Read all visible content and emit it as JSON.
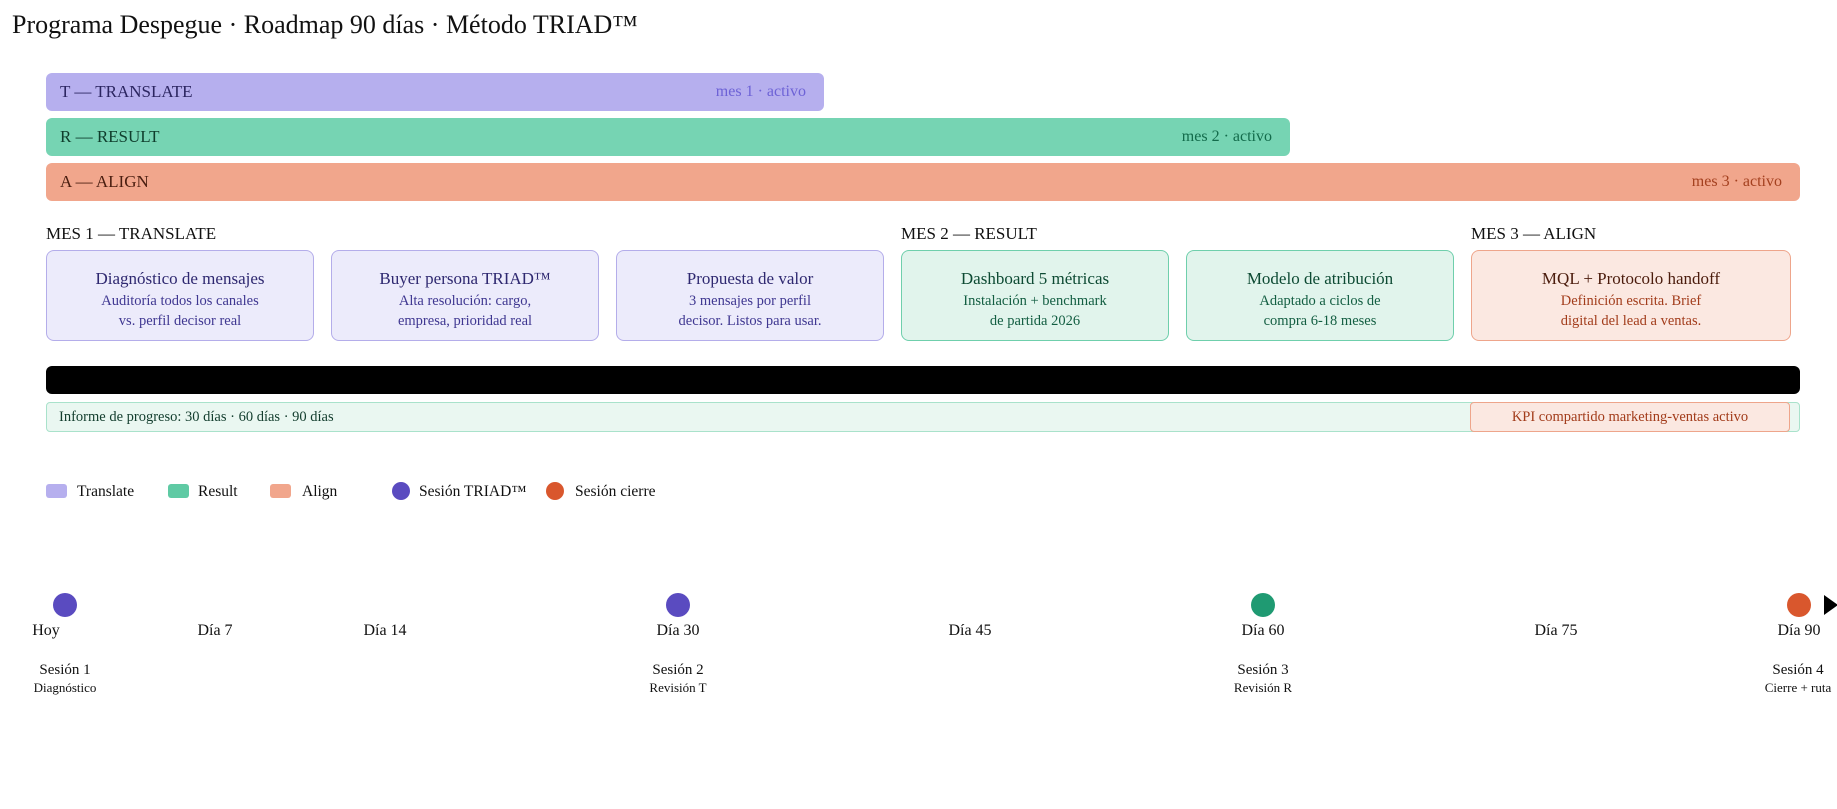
{
  "title": "Programa Despegue · Roadmap 90 días · Método TRIAD™",
  "phases": [
    {
      "label": "T — TRANSLATE",
      "status": "mes 1 · activo",
      "color": "#b6afee"
    },
    {
      "label": "R — RESULT",
      "status": "mes 2 · activo",
      "color": "#76d4b3"
    },
    {
      "label": "A — ALIGN",
      "status": "mes 3 · activo",
      "color": "#f1a68c"
    }
  ],
  "months": [
    "MES 1 — TRANSLATE",
    "MES 2 — RESULT",
    "MES 3 — ALIGN"
  ],
  "cards": [
    {
      "title": "Diagnóstico de mensajes",
      "line1": "Auditoría todos los canales",
      "line2": "vs. perfil decisor real"
    },
    {
      "title": "Buyer persona TRIAD™",
      "line1": "Alta resolución: cargo,",
      "line2": "empresa, prioridad real"
    },
    {
      "title": "Propuesta de valor",
      "line1": "3 mensajes por perfil",
      "line2": "decisor. Listos para usar."
    },
    {
      "title": "Dashboard 5 métricas",
      "line1": "Instalación + benchmark",
      "line2": "de partida 2026"
    },
    {
      "title": "Modelo de atribución",
      "line1": "Adaptado a ciclos de",
      "line2": "compra 6-18 meses"
    },
    {
      "title": "MQL + Protocolo handoff",
      "line1": "Definición escrita. Brief",
      "line2": "digital del lead a ventas."
    }
  ],
  "progress_report": "Informe de progreso: 30 días · 60 días · 90 días",
  "kpi": "KPI compartido marketing-ventas activo",
  "legend": [
    {
      "label": "Translate",
      "color": "#b6afee"
    },
    {
      "label": "Result",
      "color": "#5fcaa4"
    },
    {
      "label": "Align",
      "color": "#f1a68c"
    },
    {
      "label": "Sesión TRIAD™",
      "color": "#5a4bc0"
    },
    {
      "label": "Sesión cierre",
      "color": "#d9572d"
    }
  ],
  "timeline": {
    "days": [
      "Hoy",
      "Día 7",
      "Día 14",
      "Día 30",
      "Día 45",
      "Día 60",
      "Día 75",
      "Día 90"
    ],
    "sessions": [
      {
        "title": "Sesión 1",
        "sub": "Diagnóstico",
        "color": "#5a4bc0"
      },
      {
        "title": "Sesión 2",
        "sub": "Revisión T",
        "color": "#5a4bc0"
      },
      {
        "title": "Sesión 3",
        "sub": "Revisión R",
        "color": "#1f9a72"
      },
      {
        "title": "Sesión 4",
        "sub": "Cierre + ruta",
        "color": "#d9572d"
      }
    ]
  }
}
